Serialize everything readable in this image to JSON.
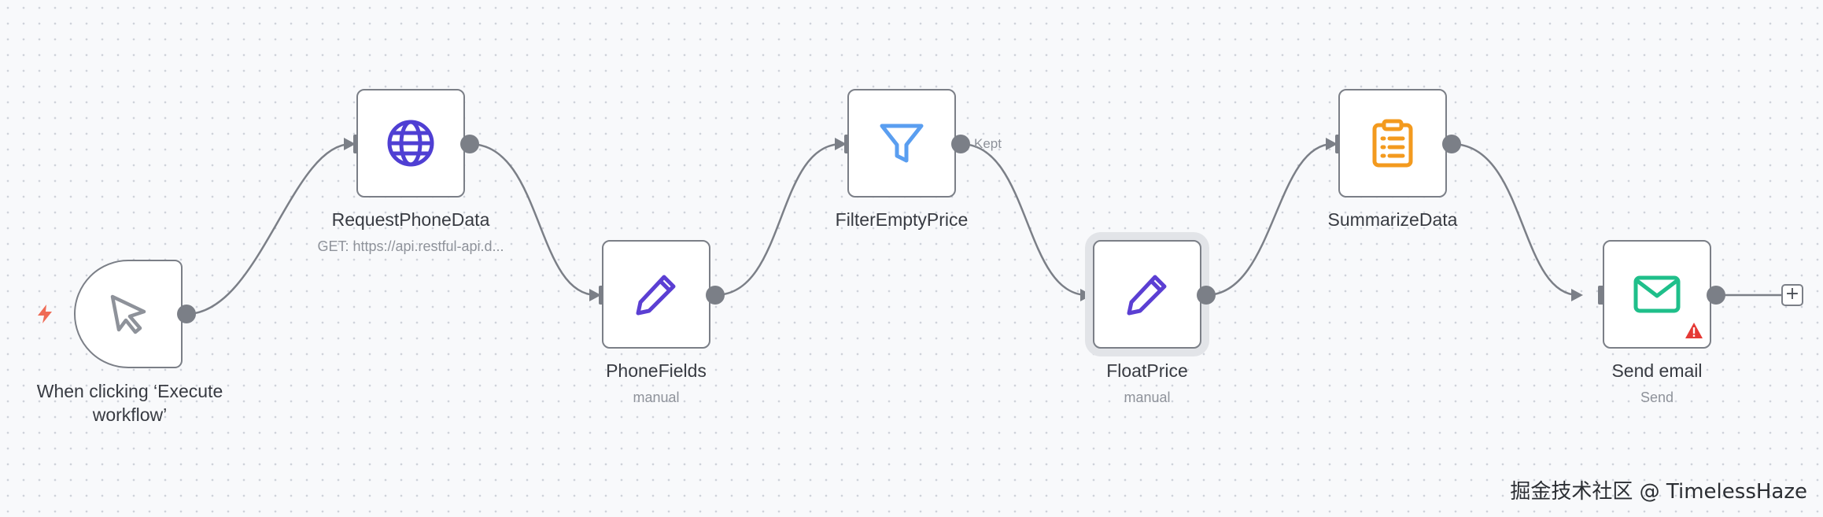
{
  "workflow": {
    "nodes": [
      {
        "id": "trigger",
        "label": "When clicking ‘Execute workflow’",
        "sub": "",
        "icon": "cursor-icon"
      },
      {
        "id": "request",
        "label": "RequestPhoneData",
        "sub": "GET: https://api.restful-api.d...",
        "icon": "globe-icon"
      },
      {
        "id": "phonefields",
        "label": "PhoneFields",
        "sub": "manual",
        "icon": "pencil-icon"
      },
      {
        "id": "filter",
        "label": "FilterEmptyPrice",
        "sub": "",
        "icon": "funnel-icon",
        "output_label": "Kept"
      },
      {
        "id": "floatprice",
        "label": "FloatPrice",
        "sub": "manual",
        "icon": "pencil-icon",
        "selected": true
      },
      {
        "id": "summarize",
        "label": "SummarizeData",
        "sub": "",
        "icon": "clipboard-icon"
      },
      {
        "id": "sendemail",
        "label": "Send email",
        "sub": "Send",
        "icon": "envelope-icon",
        "warning": true
      }
    ],
    "add_node_symbol": "+"
  },
  "colors": {
    "globe": "#4f3fd3",
    "pencil": "#5b3fd3",
    "funnel": "#5a9ef0",
    "clipboard": "#f39a1e",
    "envelope": "#1fbf8a",
    "bolt": "#ef6b55",
    "warning": "#e53935",
    "node_border": "#7b7f87"
  },
  "watermark": "掘金技术社区 @ TimelessHaze"
}
